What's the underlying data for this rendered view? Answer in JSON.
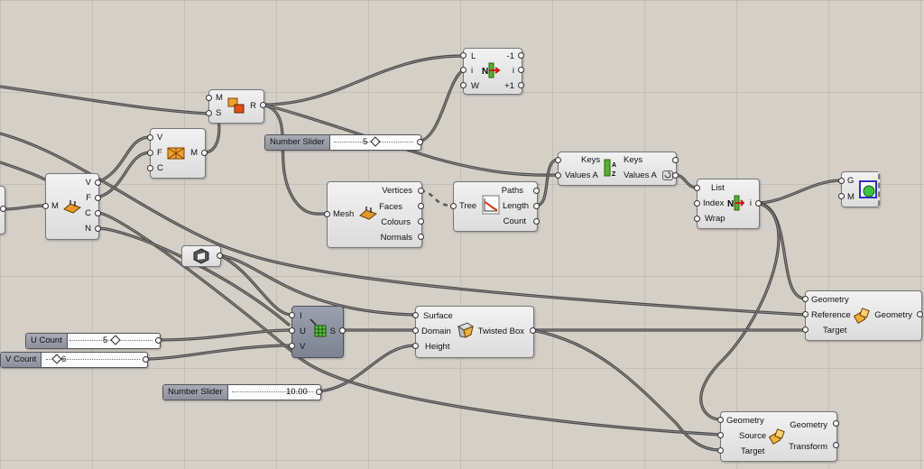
{
  "components": {
    "deconstruct_mesh_left": {
      "input": "M",
      "outputs": [
        "V",
        "F",
        "C",
        "N"
      ]
    },
    "mesh_face_build": {
      "inputs": [
        "V",
        "F",
        "C"
      ],
      "output": "M"
    },
    "merge_meshes": {
      "inputs": [
        "M",
        "S"
      ],
      "output": "R"
    },
    "shift_list": {
      "inputs": [
        "L",
        "i",
        "W"
      ],
      "outputs": [
        "-1",
        "i",
        "+1"
      ]
    },
    "deconstruct_mesh_main": {
      "input": "Mesh",
      "outputs": [
        "Vertices",
        "Faces",
        "Colours",
        "Normals"
      ]
    },
    "tree_statistics": {
      "input": "Tree",
      "outputs": [
        "Paths",
        "Length",
        "Count"
      ]
    },
    "sort_list": {
      "inputs": [
        "Keys",
        "Values A"
      ],
      "outputs": [
        "Keys",
        "Values A"
      ]
    },
    "list_item": {
      "inputs": [
        "List",
        "Index",
        "Wrap"
      ],
      "output": "i"
    },
    "preview": {
      "inputs": [
        "G",
        "M"
      ]
    },
    "surface_divide": {
      "inputs": [
        "I",
        "U",
        "V"
      ],
      "output": "S"
    },
    "twisted_box": {
      "inputs": [
        "Surface",
        "Domain",
        "Height"
      ],
      "output": "Twisted Box"
    },
    "orient_top": {
      "inputs": [
        "Geometry",
        "Reference",
        "Target"
      ],
      "output": "Geometry"
    },
    "orient_bottom": {
      "inputs": [
        "Geometry",
        "Source",
        "Target"
      ],
      "outputs": [
        "Geometry",
        "Transform"
      ]
    }
  },
  "sliders": {
    "slider_top": {
      "label": "Number Slider",
      "value": "5"
    },
    "u_count": {
      "label": "U Count",
      "value": "5"
    },
    "v_count": {
      "label": "V Count",
      "value": "6"
    },
    "height_slider": {
      "label": "Number Slider",
      "value": "10.00"
    }
  },
  "colors": {
    "canvas": "#d4d0c8",
    "wire": "#4a4a4a",
    "component": "#e8e8e8",
    "slider_label": "#9b9ea8",
    "dark_component": "#8a8f9c"
  },
  "icons": {
    "mesh_deconstruct": "mesh-deconstruct-icon",
    "mesh_build": "mesh-face-icon",
    "merge": "merge-icon",
    "shift": "shift-list-icon",
    "tree": "tree-statistics-icon",
    "sort": "sort-list-icon",
    "list_item": "list-item-icon",
    "preview": "custom-preview-icon",
    "surface": "surface-param-icon",
    "divide": "divide-surface-icon",
    "twist": "twisted-box-icon",
    "orient": "orient-icon"
  }
}
